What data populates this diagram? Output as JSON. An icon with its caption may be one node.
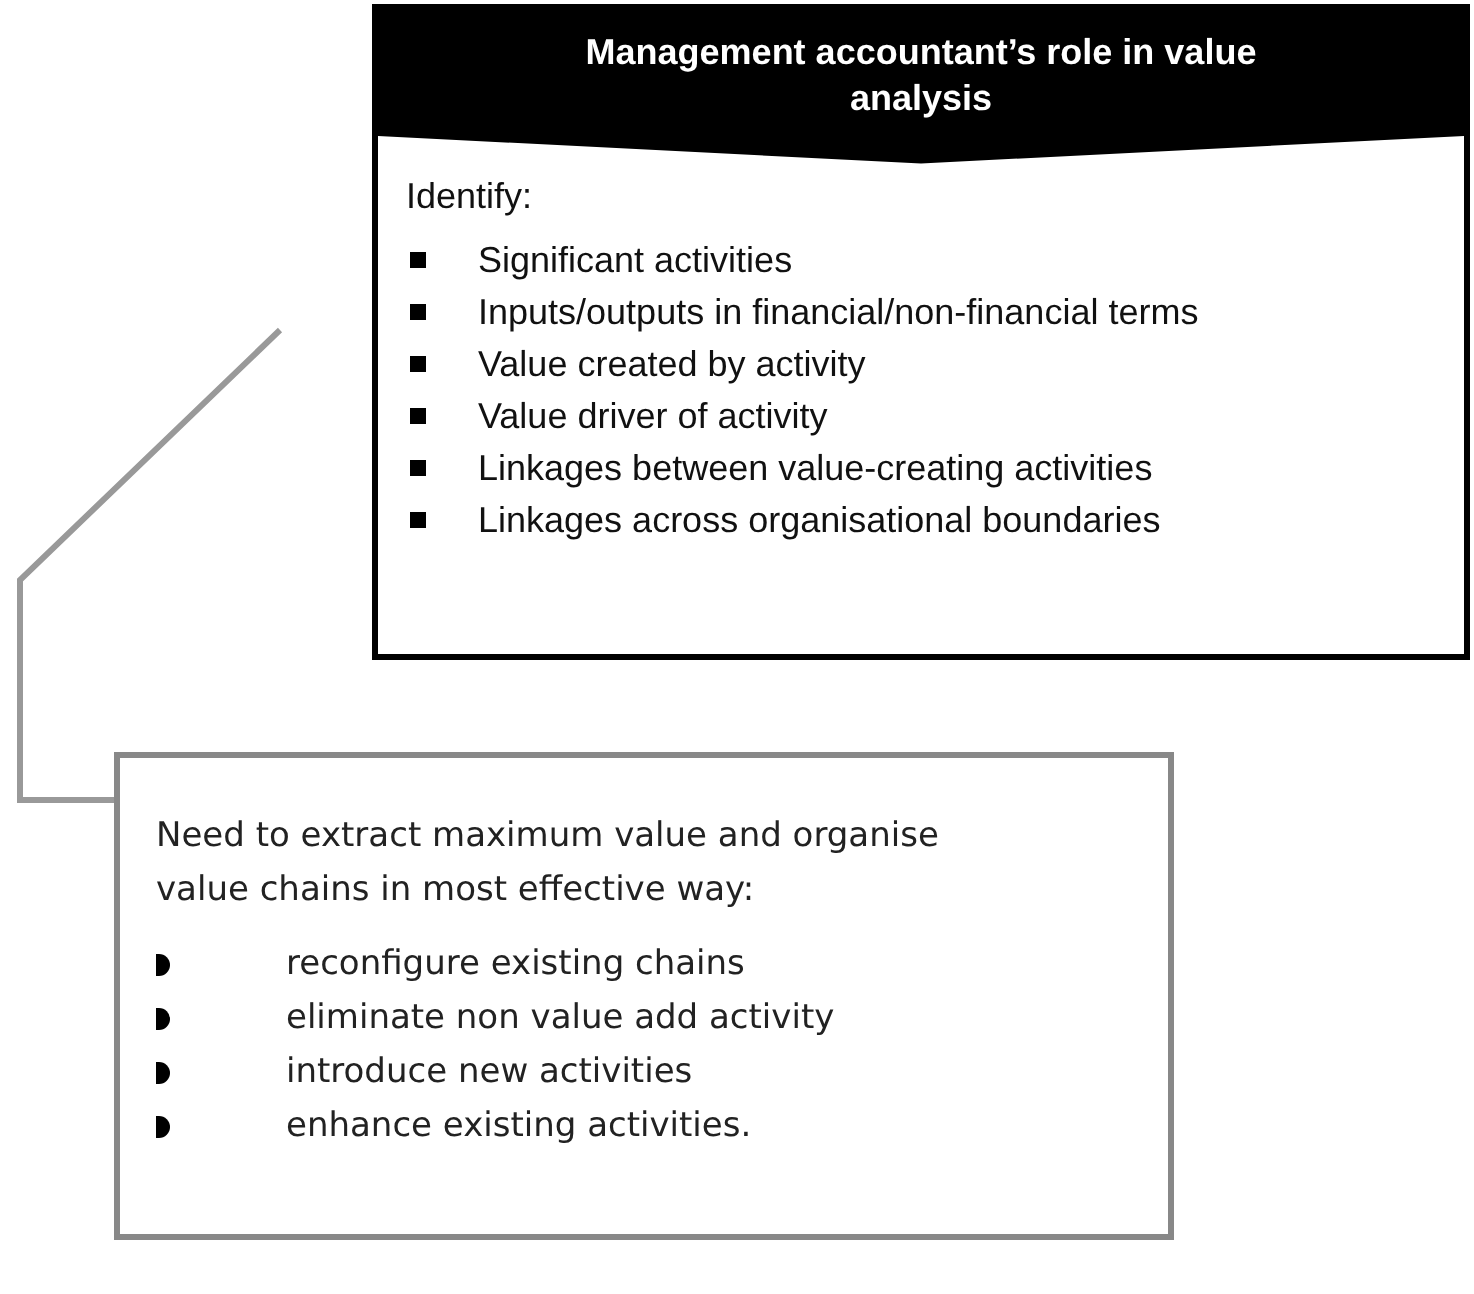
{
  "diagram": {
    "nodes": [
      {
        "text": [
          "Management accountant’s role in value analysis",
          "Identify:",
          "Significant activities",
          "Inputs/outputs in financial/non-financial terms",
          "Value created by activity",
          "Value driver of activity",
          "Linkages between value-creating activities",
          "Linkages across organisational boundaries"
        ]
      },
      {
        "text": [
          "Need to extract maximum value and organise value chains in most effective way:",
          "reconfigure existing chains",
          "eliminate non value add activity",
          "introduce new activities",
          "enhance existing activities."
        ]
      }
    ],
    "edges": [
      {
        "from": null,
        "to": 1,
        "arrow": "none"
      }
    ]
  }
}
